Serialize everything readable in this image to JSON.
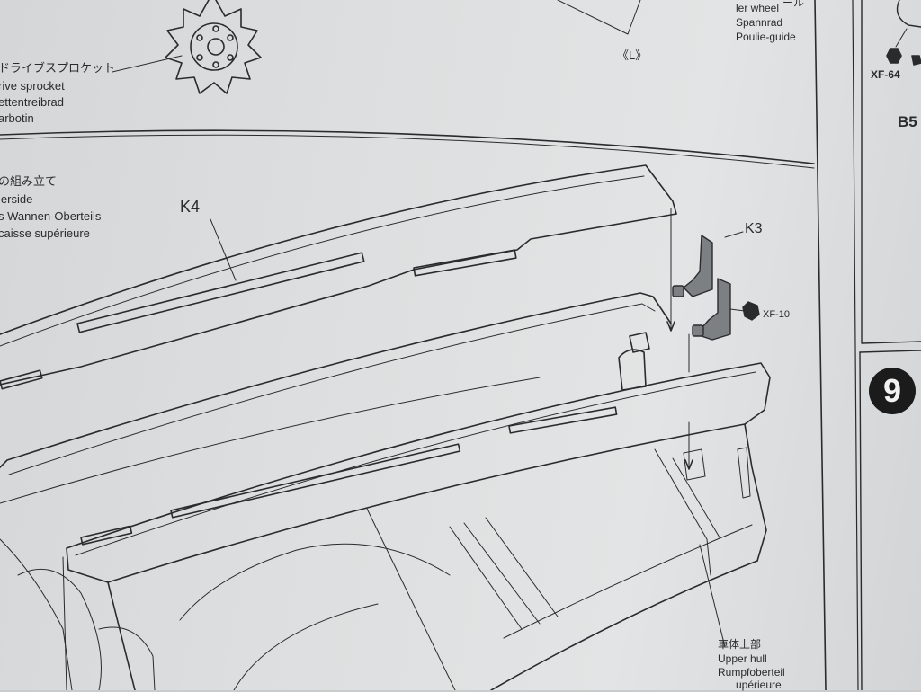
{
  "drive_sprocket": {
    "jp": "ドライブスプロケット",
    "en": "rive sprocket",
    "de": "ettentreibrad",
    "fr": "arbotin"
  },
  "idler_wheel": {
    "jp": "ール",
    "en": "ler wheel",
    "de": "Spannrad",
    "fr": "Poulie-guide"
  },
  "marker_l": "《L》",
  "side_panel": {
    "paint_code": "XF-64",
    "part": "B5"
  },
  "section_title": {
    "jp": "の組み立て",
    "en": "lerside",
    "de": "s Wannen-Oberteils",
    "fr": "caisse supérieure"
  },
  "parts": {
    "k4": "K4",
    "k3": "K3",
    "k3_paint": "XF-10"
  },
  "upper_hull": {
    "jp": "車体上部",
    "en": "Upper hull",
    "de": "Rumpfoberteil",
    "fr": "upérieure"
  },
  "next_step": "9",
  "colors": {
    "paper": "#dcdedf",
    "ink": "#2a2b2d",
    "part_gray": "#7d8083",
    "badge": "#1b1b1c"
  }
}
